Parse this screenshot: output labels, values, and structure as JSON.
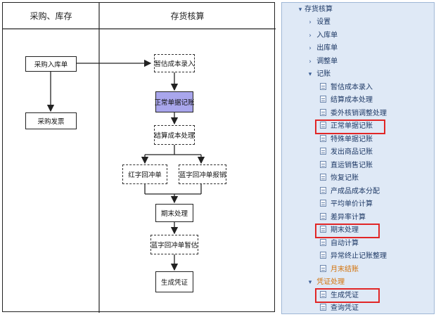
{
  "flowchart": {
    "col1_title": "采购、库存",
    "col2_title": "存货核算",
    "nodes": {
      "purchase_in": "采购入库单",
      "purchase_invoice": "采购发票",
      "estimated_cost": "暂估成本录入",
      "normal_posting": "正常单据记账",
      "settle_cost": "结算成本处理",
      "red_offset": "红字回冲单",
      "blue_offset": "蓝字回冲单报销",
      "period_end": "期末处理",
      "blue_estimate": "蓝字回冲单暂估",
      "gen_voucher": "生成凭证"
    },
    "highlight_color": "#a9a6ec"
  },
  "tree": {
    "root": "存货核算",
    "items": [
      {
        "label": "设置",
        "kind": "folder"
      },
      {
        "label": "入库单",
        "kind": "folder"
      },
      {
        "label": "出库单",
        "kind": "folder"
      },
      {
        "label": "调整单",
        "kind": "folder"
      },
      {
        "label": "记账",
        "kind": "open"
      },
      {
        "label": "暂估成本录入",
        "kind": "doc"
      },
      {
        "label": "结算成本处理",
        "kind": "doc"
      },
      {
        "label": "委外核销调整处理",
        "kind": "doc"
      },
      {
        "label": "正常单据记账",
        "kind": "doc",
        "highlighted": true
      },
      {
        "label": "特殊单据记账",
        "kind": "doc"
      },
      {
        "label": "发出商品记账",
        "kind": "doc"
      },
      {
        "label": "直运销售记账",
        "kind": "doc"
      },
      {
        "label": "恢复记账",
        "kind": "doc"
      },
      {
        "label": "产成品成本分配",
        "kind": "doc"
      },
      {
        "label": "平均单价计算",
        "kind": "doc"
      },
      {
        "label": "差异率计算",
        "kind": "doc"
      },
      {
        "label": "期末处理",
        "kind": "doc",
        "highlighted": true
      },
      {
        "label": "自动计算",
        "kind": "doc"
      },
      {
        "label": "异常终止记账整理",
        "kind": "doc"
      },
      {
        "label": "月末结账",
        "kind": "doc",
        "color": "orange"
      },
      {
        "label": "凭证处理",
        "kind": "open",
        "color": "orange"
      },
      {
        "label": "生成凭证",
        "kind": "doc",
        "highlighted": true
      },
      {
        "label": "查询凭证",
        "kind": "doc"
      }
    ],
    "highlight_color": "#e12626",
    "background": "#dfe9f6"
  }
}
